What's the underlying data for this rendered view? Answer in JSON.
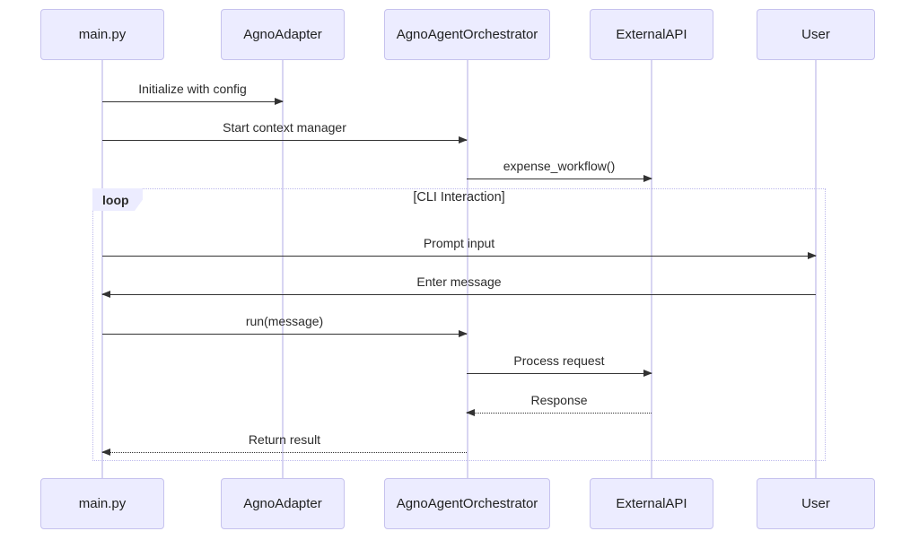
{
  "diagram": {
    "type": "sequence-diagram",
    "participants": [
      {
        "id": "main.py",
        "label": "main.py"
      },
      {
        "id": "AgnoAdapter",
        "label": "AgnoAdapter"
      },
      {
        "id": "AgnoAgentOrchestrator",
        "label": "AgnoAgentOrchestrator"
      },
      {
        "id": "ExternalAPI",
        "label": "ExternalAPI"
      },
      {
        "id": "User",
        "label": "User"
      }
    ],
    "messages": [
      {
        "from": "main.py",
        "to": "AgnoAdapter",
        "label": "Initialize with config",
        "line": "solid",
        "direction": "right"
      },
      {
        "from": "main.py",
        "to": "AgnoAgentOrchestrator",
        "label": "Start context manager",
        "line": "solid",
        "direction": "right"
      },
      {
        "from": "AgnoAgentOrchestrator",
        "to": "ExternalAPI",
        "label": "expense_workflow()",
        "line": "solid",
        "direction": "right"
      },
      {
        "from": "main.py",
        "to": "User",
        "label": "Prompt input",
        "line": "solid",
        "direction": "right"
      },
      {
        "from": "User",
        "to": "main.py",
        "label": "Enter message",
        "line": "solid",
        "direction": "left"
      },
      {
        "from": "main.py",
        "to": "AgnoAgentOrchestrator",
        "label": "run(message)",
        "line": "solid",
        "direction": "right"
      },
      {
        "from": "AgnoAgentOrchestrator",
        "to": "ExternalAPI",
        "label": "Process request",
        "line": "solid",
        "direction": "right"
      },
      {
        "from": "ExternalAPI",
        "to": "AgnoAgentOrchestrator",
        "label": "Response",
        "line": "dashed",
        "direction": "left"
      },
      {
        "from": "AgnoAgentOrchestrator",
        "to": "main.py",
        "label": "Return result",
        "line": "dashed",
        "direction": "left"
      }
    ],
    "loop": {
      "label": "loop",
      "condition": "[CLI Interaction]"
    }
  },
  "colors": {
    "background": "#ffffff",
    "participant_fill": "#ECECFF",
    "participant_border": "#c6c2ee",
    "lifeline": "#d8d5f2",
    "loop_border": "#bcb8ec",
    "message": "#333333"
  }
}
